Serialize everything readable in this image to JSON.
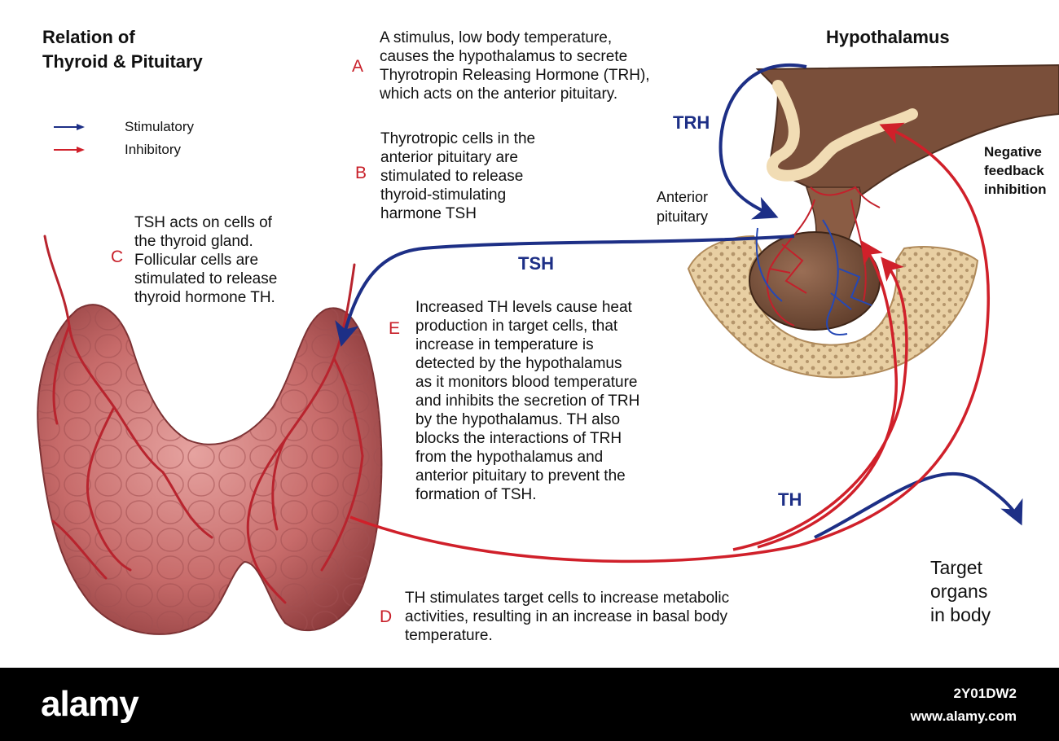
{
  "title": {
    "line1": "Relation of",
    "line2": "Thyroid & Pituitary"
  },
  "legend": {
    "stimulatory": "Stimulatory",
    "inhibitory": "Inhibitory"
  },
  "steps": {
    "a": {
      "letter": "A",
      "lines": [
        "A stimulus, low body temperature,",
        "causes the hypothalamus to secrete",
        "Thyrotropin Releasing Hormone (TRH),",
        "which acts on the anterior pituitary."
      ]
    },
    "b": {
      "letter": "B",
      "lines": [
        "Thyrotropic cells in the",
        "anterior pituitary are",
        "stimulated to release",
        "thyroid-stimulating",
        "harmone TSH"
      ]
    },
    "c": {
      "letter": "C",
      "lines": [
        "TSH acts on cells of",
        "the thyroid gland.",
        "Follicular cells are",
        "stimulated to release",
        "thyroid hormone TH."
      ]
    },
    "d": {
      "letter": "D",
      "lines": [
        "TH stimulates target cells to increase metabolic",
        "activities, resulting in an increase in basal body",
        "temperature."
      ]
    },
    "e": {
      "letter": "E",
      "lines": [
        "Increased TH levels cause heat",
        "production in target cells, that",
        "increase in temperature is",
        "detected by the hypothalamus",
        "as it monitors blood temperature",
        "and inhibits the secretion of TRH",
        "by the hypothalamus. TH also",
        "blocks the interactions of TRH",
        "from the hypothalamus and",
        "anterior pituitary to prevent the",
        "formation of TSH."
      ]
    }
  },
  "labels": {
    "hypothalamus": "Hypothalamus",
    "trh": "TRH",
    "tsh": "TSH",
    "th": "TH",
    "anterior_pituitary": [
      "Anterior",
      "pituitary"
    ],
    "negative_feedback": [
      "Negative",
      "feedback",
      "inhibition"
    ],
    "target_organs": [
      "Target",
      "organs",
      "in body"
    ]
  },
  "colors": {
    "stimulatory": "#1d2f86",
    "inhibitory": "#d0202a",
    "letter": "#c8202a"
  },
  "footer": {
    "logo": "alamy",
    "image_id": "2Y01DW2",
    "url": "www.alamy.com"
  }
}
